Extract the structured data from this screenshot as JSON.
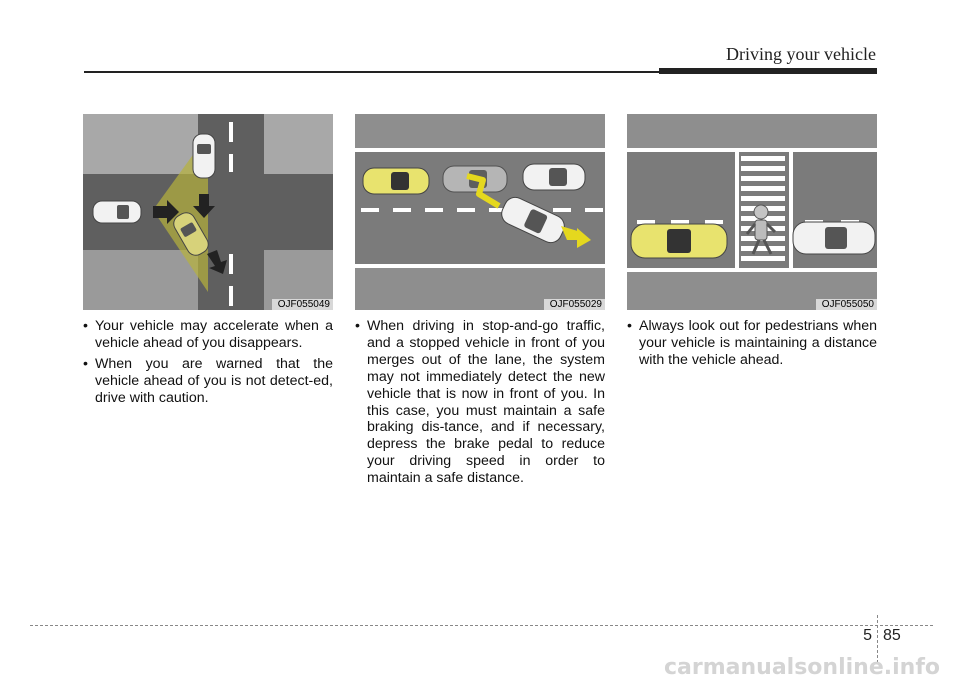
{
  "header": {
    "section_title": "Driving your vehicle"
  },
  "figures": [
    {
      "code": "OJF055049"
    },
    {
      "code": "OJF055029"
    },
    {
      "code": "OJF055050"
    }
  ],
  "columns": [
    {
      "bullets": [
        "Your vehicle may accelerate when a vehicle ahead of you disappears.",
        "When you are warned that the vehicle ahead of you is not detect-ed, drive with caution."
      ]
    },
    {
      "bullets": [
        "When driving in stop-and-go traffic, and a stopped vehicle in front of you merges out of the lane, the system may not immediately detect the new vehicle that is now in front of you. In this case, you must maintain a safe braking dis-tance, and if necessary, depress the brake pedal to reduce your driving speed in order to maintain a safe distance."
      ]
    },
    {
      "bullets": [
        "Always look out for pedestrians when your vehicle is maintaining a distance with the vehicle ahead."
      ]
    }
  ],
  "footer": {
    "chapter": "5",
    "page": "85",
    "watermark": "carmanualsonline.info"
  }
}
